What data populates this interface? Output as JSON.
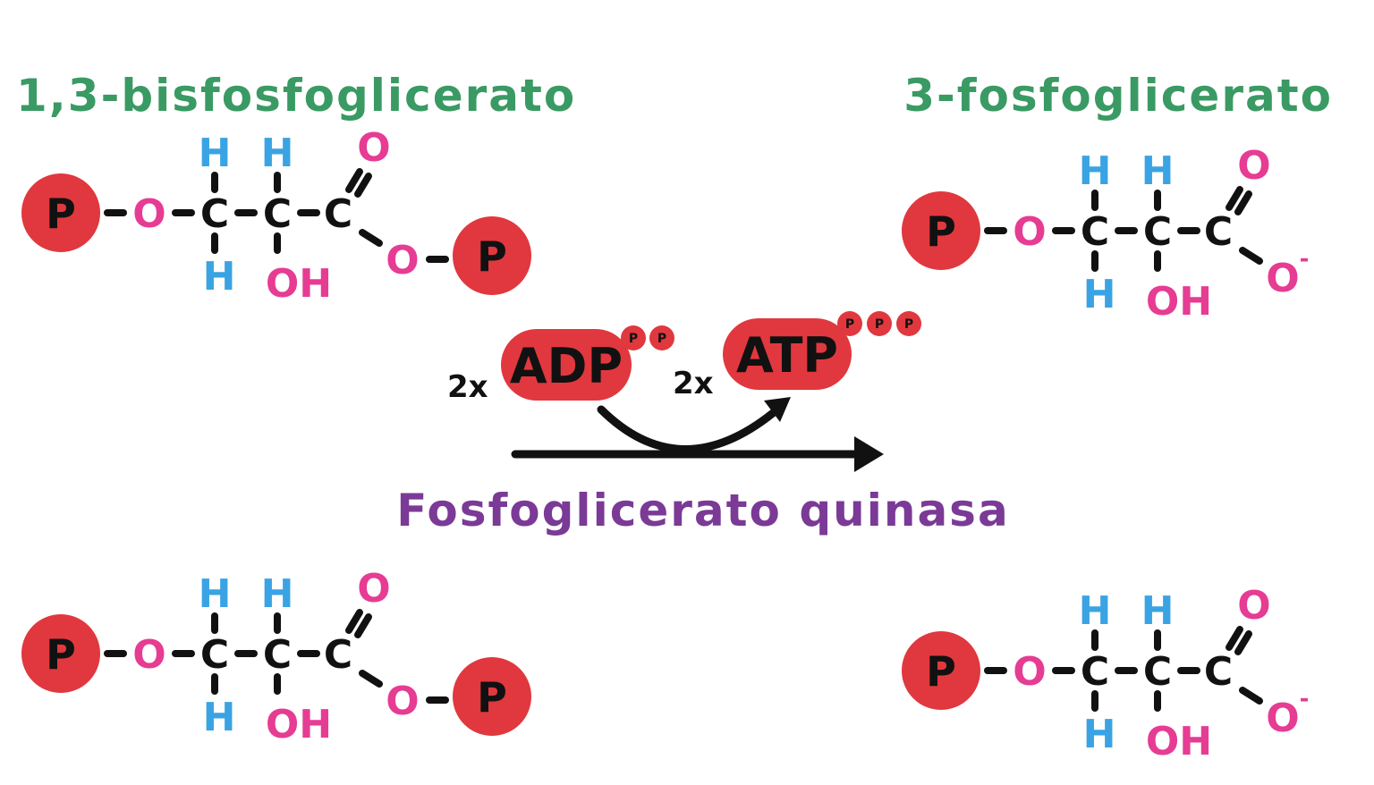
{
  "colors": {
    "title_green": "#3a9a63",
    "enzyme_purple": "#7a3a96",
    "phosphate_red": "#e0383e",
    "oxygen_pink": "#e63c93",
    "hydrogen_blue": "#3aa3e3",
    "carbon_black": "#111111"
  },
  "titles": {
    "reactant": "1,3-bisfosfoglicerato",
    "product": "3-fosfoglicerato"
  },
  "atoms": {
    "phosphate": "P",
    "oxygen": "O",
    "carbon": "C",
    "hydrogen": "H",
    "hydroxyl": "OH",
    "charge": "-"
  },
  "reaction": {
    "adp_coefficient": "2x",
    "adp_label": "ADP",
    "atp_coefficient": "2x",
    "atp_label": "ATP",
    "phosphate_mini": "P",
    "enzyme": "Fosfoglicerato quinasa"
  }
}
